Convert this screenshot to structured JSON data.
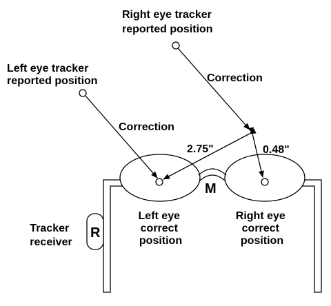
{
  "labels": {
    "right_tracker": [
      "Right eye tracker",
      "reported position"
    ],
    "left_tracker": [
      "Left eye tracker",
      "reported position"
    ],
    "correction_right": "Correction",
    "correction_left": "Correction",
    "dist_left": "2.75\"",
    "dist_right": "0.48\"",
    "nose_marker": "M",
    "left_correct": [
      "Left eye",
      "correct",
      "position"
    ],
    "right_correct": [
      "Right eye",
      "correct",
      "position"
    ],
    "tracker_receiver": [
      "Tracker",
      "receiver"
    ],
    "receiver_letter": "R"
  },
  "colors": {
    "ink": "#000000",
    "background": "#ffffff"
  }
}
